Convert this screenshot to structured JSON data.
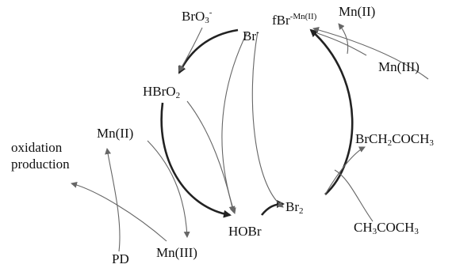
{
  "labels": {
    "bro3": {
      "main": "BrO",
      "sub": "3",
      "sup": "-"
    },
    "br_minus": {
      "main": "Br",
      "sup": "-"
    },
    "fbr": {
      "main": "fBr",
      "sup": "-Mn(II)"
    },
    "mn2_top": "Mn(II)",
    "mn3_right": "Mn(III)",
    "hbro2": {
      "main": "HBrO",
      "sub": "2"
    },
    "brch2coch3": {
      "p1": "BrCH",
      "sub": "2",
      "p2": "COCH",
      "sub2": "3"
    },
    "mn2_left": "Mn(II)",
    "oxidation_line1": "oxidation",
    "oxidation_line2": "production",
    "br2": {
      "main": "Br",
      "sub": "2"
    },
    "hobr": "HOBr",
    "ch3coch3": {
      "p1": "CH",
      "sub": "3",
      "p2": "COCH",
      "sub2": "3"
    },
    "pd": "PD",
    "mn3_bottom": "Mn(III)"
  },
  "colors": {
    "thick_arrow": "#222222",
    "thin_arrow": "#666666"
  }
}
